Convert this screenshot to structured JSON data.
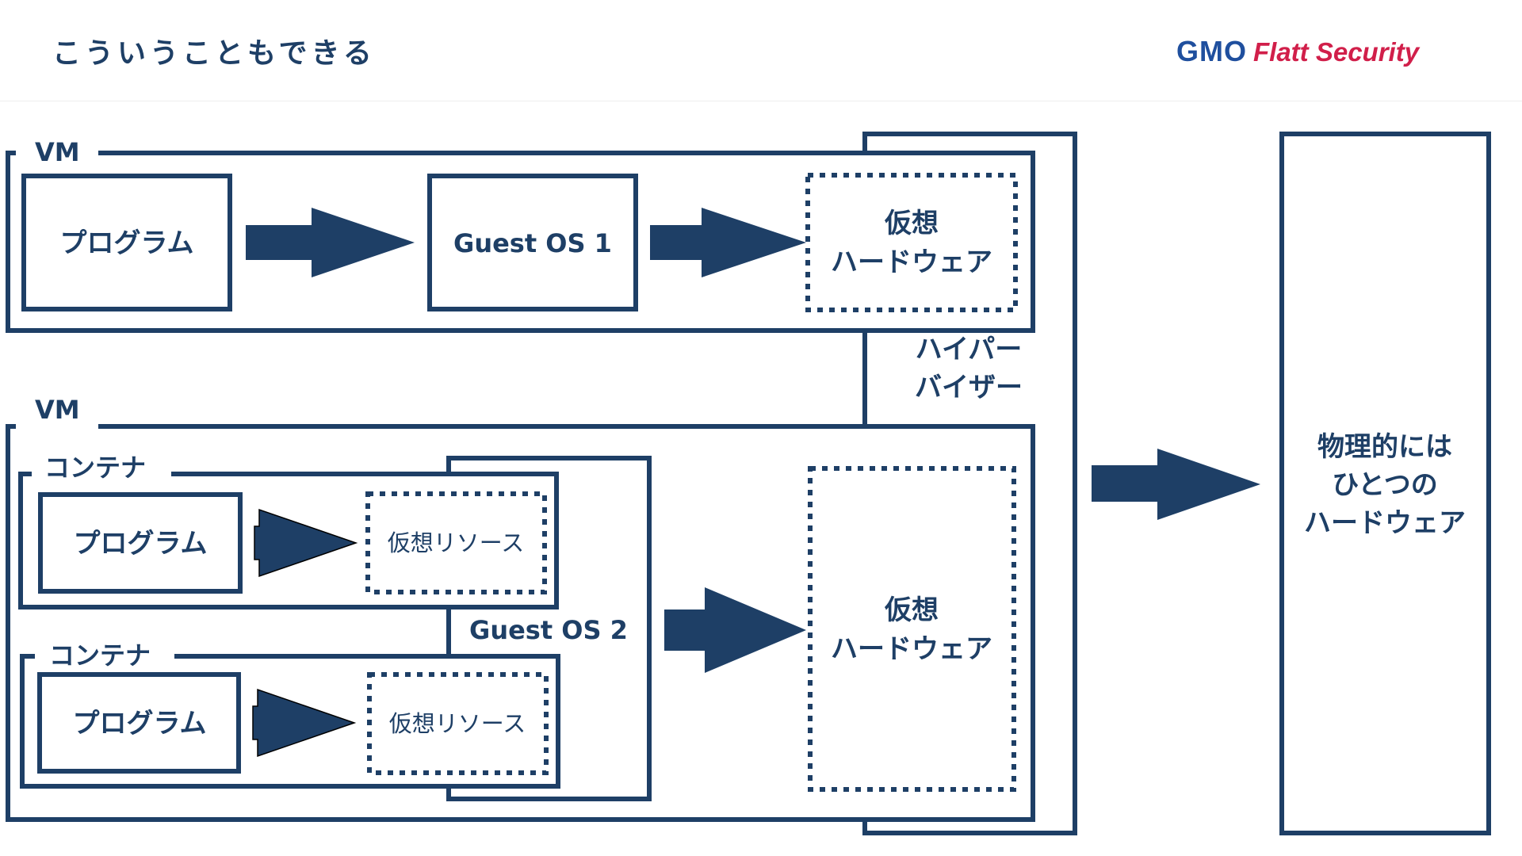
{
  "header": {
    "title": "こういうこともできる",
    "logo": {
      "gmo": "GMO",
      "flatt_security": "Flatt Security"
    }
  },
  "colors": {
    "primary": "#1e3f66",
    "logo_blue": "#1f4f9e",
    "logo_red": "#d11f4a"
  },
  "hypervisor": {
    "label_lines": [
      "ハイパー",
      "バイザー"
    ]
  },
  "vm1": {
    "label": "VM",
    "program": "プログラム",
    "guest_os": "Guest OS 1",
    "virtual_hw_lines": [
      "仮想",
      "ハードウェア"
    ]
  },
  "vm2": {
    "label": "VM",
    "guest_os": "Guest OS 2",
    "containers": [
      {
        "label": "コンテナ",
        "program": "プログラム",
        "virtual_resource": "仮想リソース"
      },
      {
        "label": "コンテナ",
        "program": "プログラム",
        "virtual_resource": "仮想リソース"
      }
    ],
    "virtual_hw_lines": [
      "仮想",
      "ハードウェア"
    ]
  },
  "physical_hw": {
    "label_lines": [
      "物理的には",
      "ひとつの",
      "ハードウェア"
    ]
  }
}
